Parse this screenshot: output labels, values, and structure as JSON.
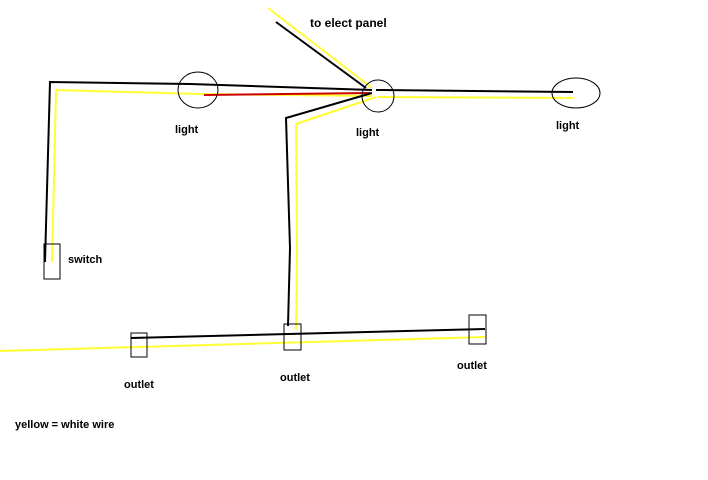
{
  "labels": {
    "panel": "to elect panel",
    "light_left": "light",
    "light_center": "light",
    "light_right": "light",
    "switch": "switch",
    "outlet_left": "outlet",
    "outlet_center": "outlet",
    "outlet_right": "outlet",
    "legend": "yellow = white wire"
  },
  "colors": {
    "hot_wire": "#000000",
    "neutral_wire": "#ffff33",
    "switched_leg": "#cc0000",
    "background": "#ffffff"
  }
}
